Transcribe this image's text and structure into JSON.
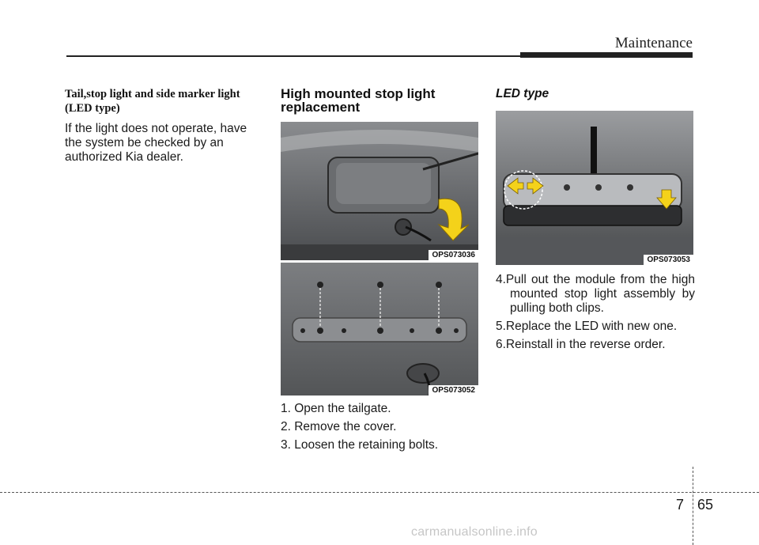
{
  "header": {
    "section": "Maintenance"
  },
  "left": {
    "subheading": "Tail,stop light and side marker light (LED type)",
    "body": "If the light does not operate, have the system be checked by an authorized Kia dealer."
  },
  "middle": {
    "heading": "High mounted stop light replacement",
    "figure1_code": "OPS073036",
    "figure2_code": "OPS073052",
    "steps": [
      "1. Open the tailgate.",
      "2. Remove the cover.",
      "3. Loosen the retaining bolts."
    ]
  },
  "right": {
    "heading": "LED type",
    "figure_code": "OPS073053",
    "steps": [
      "4.Pull out the module from the high mounted stop light assembly by pulling both clips.",
      "5.Replace the LED with new one.",
      "6.Reinstall in the reverse order."
    ]
  },
  "footer": {
    "chapter": "7",
    "page": "65",
    "watermark": "carmanualsonline.info"
  }
}
